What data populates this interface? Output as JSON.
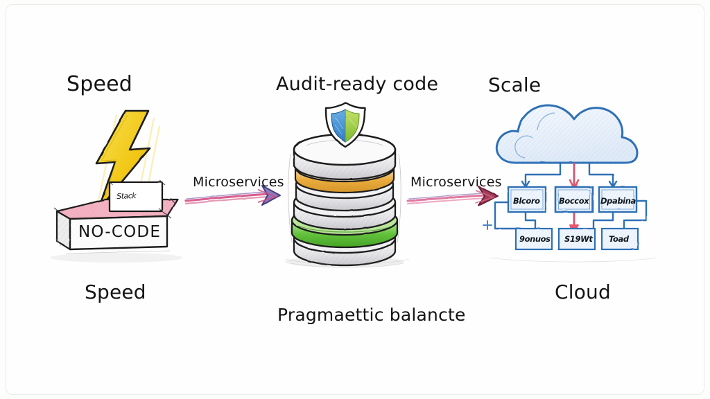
{
  "diagram": {
    "title_labels": {
      "speed_top": "Speed",
      "audit_ready": "Audit-ready code",
      "scale": "Scale"
    },
    "bottom_labels": {
      "speed": "Speed",
      "pragmatic_balance": "Pragmaettic balancte",
      "cloud": "Cloud"
    },
    "connectors": [
      {
        "label": "Microservices",
        "color": "#d9608f",
        "head_color": "#6b4f9e"
      },
      {
        "label": "Microservices",
        "color": "#e0789f",
        "head_color": "#9d2f4e"
      }
    ],
    "stage_left": {
      "name": "no-code-platform",
      "box_label": "NO-CODE",
      "sticky_label": "Stack",
      "top_face_color": "#f2aebe",
      "front_face_color": "#fdfdfd",
      "bolt_color": "#f4cf23",
      "bolt_name": "lightning-bolt-icon"
    },
    "stage_middle": {
      "name": "database-stack",
      "shield_name": "shield-icon",
      "shield_left_color": "#3f8fd6",
      "shield_right_color": "#94c93d",
      "layers": [
        {
          "name": "layer-1",
          "color": "#e9e9ea"
        },
        {
          "name": "layer-2-audit",
          "color": "#e5a63c"
        },
        {
          "name": "layer-3",
          "color": "#eeeeef"
        },
        {
          "name": "layer-4",
          "color": "#e6e6e8"
        },
        {
          "name": "layer-5-compliance",
          "color": "#62c03c"
        },
        {
          "name": "layer-6",
          "color": "#e4e4e6"
        }
      ]
    },
    "stage_right": {
      "name": "cloud-architecture",
      "cloud_name": "cloud-icon",
      "cloud_stroke": "#2f6fb5",
      "cloud_fill": "#eaf2fb",
      "accent_red": "#e8566a",
      "plus_sign": "+",
      "nodes_row_top": [
        {
          "name": "node-top-1",
          "label": "Blcoro"
        },
        {
          "name": "node-top-2",
          "label": "Boccox"
        },
        {
          "name": "node-top-3",
          "label": "Dpabina"
        }
      ],
      "nodes_row_bottom": [
        {
          "name": "node-bottom-1",
          "label": "9onuos"
        },
        {
          "name": "node-bottom-2",
          "label": "S19Wt"
        },
        {
          "name": "node-bottom-3",
          "label": "Toad"
        }
      ]
    }
  }
}
